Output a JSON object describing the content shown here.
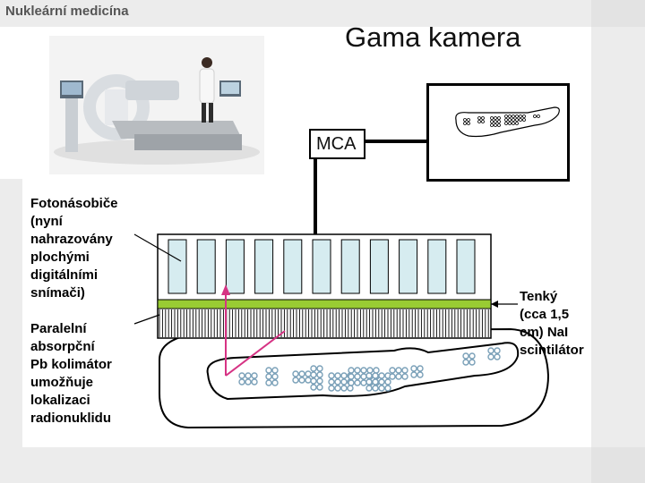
{
  "header": {
    "label": "Nukleární medicína"
  },
  "title": "Gama kamera",
  "mca": {
    "label": "MCA"
  },
  "annotations": {
    "photomultipliers": "Fotonásobiče\n(nyní\nnahrazovány\nplochými\ndigitálními\nsnímači)",
    "collimator": "Paralelní\nabsorpční\nPb kolimátor\numožňuje\nlokalizaci\nradionuklidu",
    "scintillator": "Tenký\n(cca 1,5\ncm) NaI\nscintilátor"
  },
  "colors": {
    "scintillator": "#99cc33",
    "pm_tube": "#d6ecf0",
    "ray": "#d63384",
    "source_dot": "#7aa0b8"
  }
}
